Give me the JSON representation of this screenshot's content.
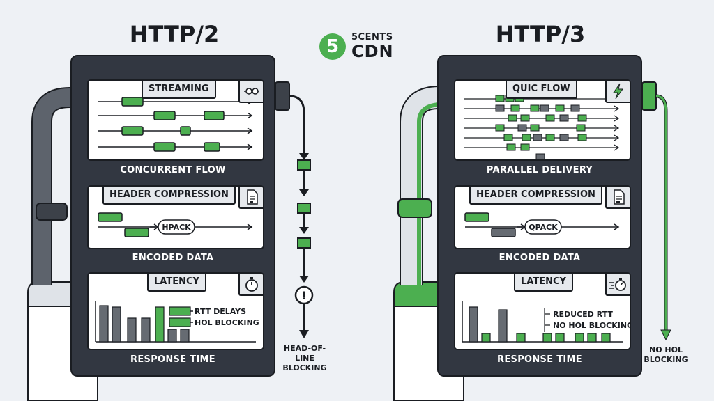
{
  "logo": {
    "mark": "5",
    "top": "5CENTS",
    "bottom": "CDN"
  },
  "left": {
    "title": "HTTP/2",
    "streaming": {
      "chip": "STREAMING",
      "icon": "link-icon",
      "label": "CONCURRENT FLOW"
    },
    "header": {
      "chip": "HEADER COMPRESSION",
      "icon": "document-icon",
      "codec": "HPACK",
      "label": "ENCODED DATA"
    },
    "latency": {
      "chip": "LATENCY",
      "icon": "stopwatch-icon",
      "legend": [
        "RTT DELAYS",
        "HOL BLOCKING"
      ],
      "label": "RESPONSE TIME"
    },
    "side_caption": [
      "HEAD-OF-LINE",
      "BLOCKING"
    ]
  },
  "right": {
    "title": "HTTP/3",
    "streaming": {
      "chip": "QUIC FLOW",
      "icon": "lightning-icon",
      "label": "PARALLEL DELIVERY"
    },
    "header": {
      "chip": "HEADER COMPRESSION",
      "icon": "document-icon",
      "codec": "QPACK",
      "label": "ENCODED DATA"
    },
    "latency": {
      "chip": "LATENCY",
      "icon": "fast-stopwatch-icon",
      "legend": [
        "REDUCED RTT",
        "NO HOL BLOCKING"
      ],
      "label": "RESPONSE TIME"
    },
    "side_caption": [
      "NO HOL",
      "BLOCKING"
    ]
  },
  "colors": {
    "accent": "#4caf50",
    "dark": "#323741",
    "gray": "#666b72"
  }
}
